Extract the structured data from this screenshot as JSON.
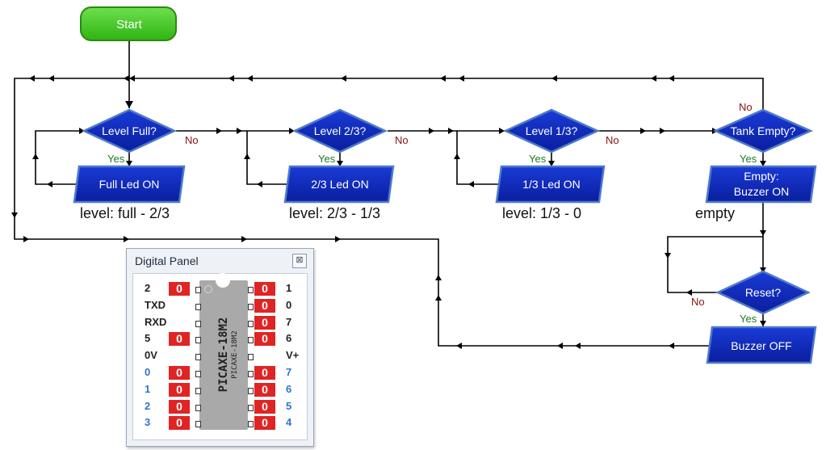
{
  "diagram": {
    "start_label": "Start",
    "decisions": {
      "level_full": "Level Full?",
      "level_23": "Level 2/3?",
      "level_13": "Level 1/3?",
      "tank_empty": "Tank Empty?",
      "reset": "Reset?"
    },
    "outputs": {
      "full_led": "Full Led ON",
      "led_23": "2/3 Led ON",
      "led_13": "1/3 Led ON",
      "empty_line1": "Empty:",
      "empty_line2": "Buzzer ON",
      "buzzer_off": "Buzzer OFF"
    },
    "branch_labels": {
      "yes": "Yes",
      "no": "No"
    },
    "annotations": {
      "full": "level: full - 2/3",
      "two_thirds": "level: 2/3 - 1/3",
      "one_third": "level: 1/3 - 0",
      "empty": "empty"
    },
    "colors": {
      "start_fill": "#37c91c",
      "block_fill": "#0b22b8",
      "line": "#000000",
      "yes": "#1f7a1f",
      "no": "#8b1010"
    }
  },
  "panel": {
    "title": "Digital Panel",
    "close_glyph": "⊠",
    "chip_label": "PICAXE-18M2",
    "chip_sublabel": "PICAXE-18M2",
    "rows": [
      {
        "left": "2",
        "left_val": "0",
        "right_val": "0",
        "right": "1",
        "color": "dark"
      },
      {
        "left": "TXD",
        "left_val": null,
        "right_val": "0",
        "right": "0",
        "color": "dark"
      },
      {
        "left": "RXD",
        "left_val": null,
        "right_val": "0",
        "right": "7",
        "color": "dark"
      },
      {
        "left": "5",
        "left_val": "0",
        "right_val": "0",
        "right": "6",
        "color": "dark"
      },
      {
        "left": "0V",
        "left_val": null,
        "right_val": null,
        "right": "V+",
        "color": "dark"
      },
      {
        "left": "0",
        "left_val": "0",
        "right_val": "0",
        "right": "7",
        "color": "blue"
      },
      {
        "left": "1",
        "left_val": "0",
        "right_val": "0",
        "right": "6",
        "color": "blue"
      },
      {
        "left": "2",
        "left_val": "0",
        "right_val": "0",
        "right": "5",
        "color": "blue"
      },
      {
        "left": "3",
        "left_val": "0",
        "right_val": "0",
        "right": "4",
        "color": "blue"
      }
    ]
  }
}
